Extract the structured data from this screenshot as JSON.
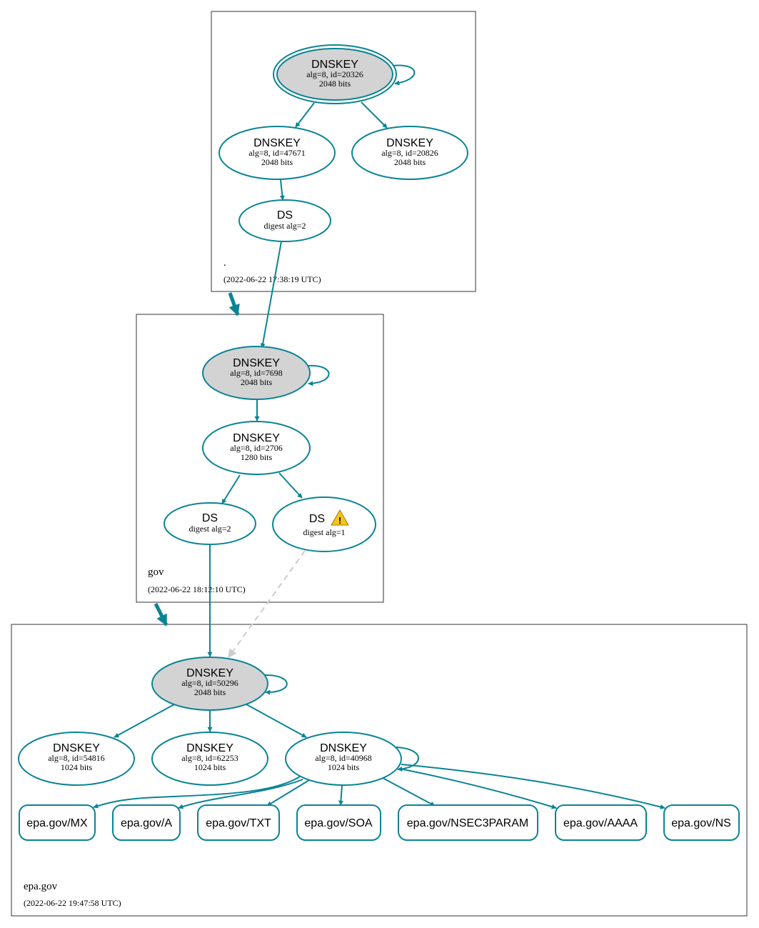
{
  "colors": {
    "edge": "#0a8494",
    "ksk_fill": "#d3d3d3",
    "dashed_edge": "#cccccc",
    "warning": "#f5c518",
    "zone_border": "#333333"
  },
  "zones": {
    "root": {
      "name": ".",
      "timestamp": "(2022-06-22 17:38:19 UTC)"
    },
    "gov": {
      "name": "gov",
      "timestamp": "(2022-06-22 18:12:10 UTC)"
    },
    "epa": {
      "name": "epa.gov",
      "timestamp": "(2022-06-22 19:47:58 UTC)"
    }
  },
  "nodes": {
    "root_ksk": {
      "title": "DNSKEY",
      "line1": "alg=8, id=20326",
      "line2": "2048 bits"
    },
    "root_zsk": {
      "title": "DNSKEY",
      "line1": "alg=8, id=47671",
      "line2": "2048 bits"
    },
    "root_key3": {
      "title": "DNSKEY",
      "line1": "alg=8, id=20826",
      "line2": "2048 bits"
    },
    "root_ds": {
      "title": "DS",
      "line1": "digest alg=2"
    },
    "gov_ksk": {
      "title": "DNSKEY",
      "line1": "alg=8, id=7698",
      "line2": "2048 bits"
    },
    "gov_zsk": {
      "title": "DNSKEY",
      "line1": "alg=8, id=2706",
      "line2": "1280 bits"
    },
    "gov_ds2": {
      "title": "DS",
      "line1": "digest alg=2"
    },
    "gov_ds1": {
      "title": "DS",
      "line1": "digest alg=1",
      "warning_icon": "warning-triangle-icon",
      "warning_glyph": "!"
    },
    "epa_ksk": {
      "title": "DNSKEY",
      "line1": "alg=8, id=50296",
      "line2": "2048 bits"
    },
    "epa_key1": {
      "title": "DNSKEY",
      "line1": "alg=8, id=54816",
      "line2": "1024 bits"
    },
    "epa_key2": {
      "title": "DNSKEY",
      "line1": "alg=8, id=62253",
      "line2": "1024 bits"
    },
    "epa_zsk": {
      "title": "DNSKEY",
      "line1": "alg=8, id=40968",
      "line2": "1024 bits"
    }
  },
  "rrsets": [
    "epa.gov/MX",
    "epa.gov/A",
    "epa.gov/TXT",
    "epa.gov/SOA",
    "epa.gov/NSEC3PARAM",
    "epa.gov/AAAA",
    "epa.gov/NS"
  ]
}
